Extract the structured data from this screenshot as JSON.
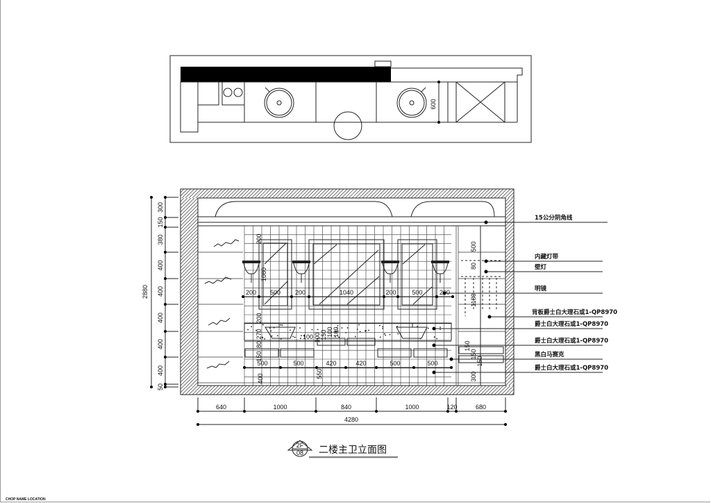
{
  "plan": {
    "depth_label": "600"
  },
  "elevation": {
    "left_dims": {
      "total": "2880",
      "segments": [
        "300",
        "150",
        "380",
        "400",
        "400",
        "400",
        "400",
        "400",
        "50"
      ]
    },
    "bottom_dims": {
      "segments": [
        "640",
        "1000",
        "840",
        "1000",
        "120",
        "680"
      ],
      "total": "4280"
    },
    "mirror_dims": [
      "200",
      "500",
      "200",
      "1040",
      "200",
      "500",
      "200"
    ],
    "mirror_height": "1080",
    "vertical_small": [
      "200",
      "200",
      "270",
      "80",
      "150",
      "100",
      "150",
      "100",
      "100",
      "400",
      "550"
    ],
    "vanity_dims": [
      "500",
      "500",
      "420",
      "420",
      "500",
      "500"
    ],
    "side_dims": [
      "500",
      "80",
      "1180",
      "150",
      "150",
      "150",
      "300"
    ],
    "dim_100": "100"
  },
  "annotations": [
    "15公分阴角线",
    "内藏灯带",
    "壁灯",
    "明镜",
    "背板爵士白大理石或1-QP8970",
    "爵士白大理石或1-QP8970",
    "爵士白大理石或1-QP8970",
    "黑白马赛克",
    "爵士白大理石或1-QP8970"
  ],
  "title_block": {
    "title": "二楼主卫立面图",
    "floor": "2F",
    "sheet": "08"
  },
  "footer": {
    "stamp": "CHOP NAME LOCATION"
  }
}
